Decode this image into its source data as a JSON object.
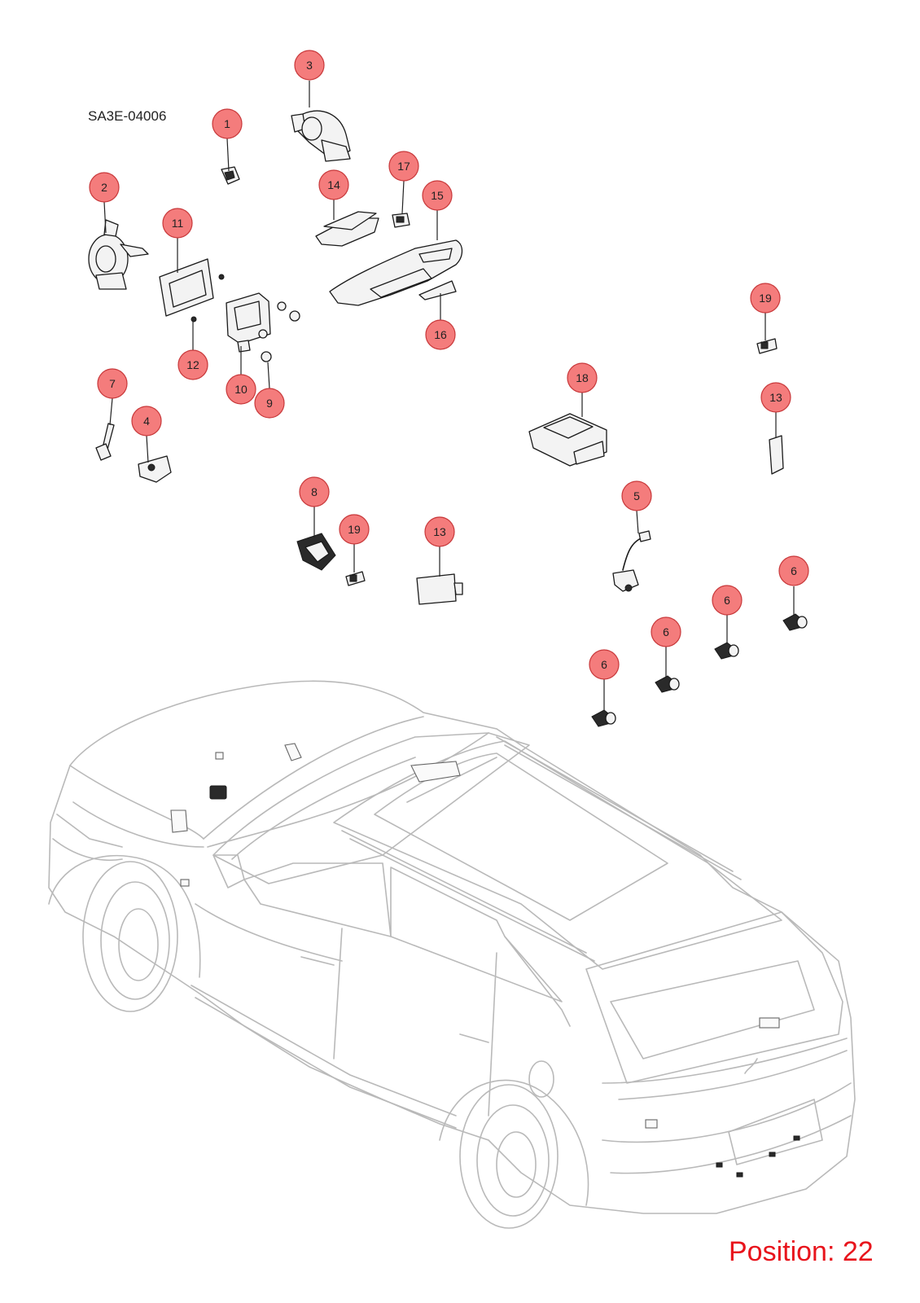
{
  "header": {
    "document_code": "SA3E-04006"
  },
  "footer": {
    "position_label": "Position: 22"
  },
  "colors": {
    "callout_fill": "#f47c7c",
    "callout_stroke": "#c8383a",
    "position_text": "#e8141c",
    "car_outline": "#b9b9b9"
  },
  "callouts": {
    "c1": "1",
    "c2": "2",
    "c3": "3",
    "c4": "4",
    "c5": "5",
    "c6a": "6",
    "c6b": "6",
    "c6c": "6",
    "c6d": "6",
    "c7": "7",
    "c8": "8",
    "c9": "9",
    "c10": "10",
    "c11": "11",
    "c12": "12",
    "c13a": "13",
    "c13b": "13",
    "c14": "14",
    "c15": "15",
    "c16": "16",
    "c17": "17",
    "c18": "18",
    "c19a": "19",
    "c19b": "19"
  }
}
